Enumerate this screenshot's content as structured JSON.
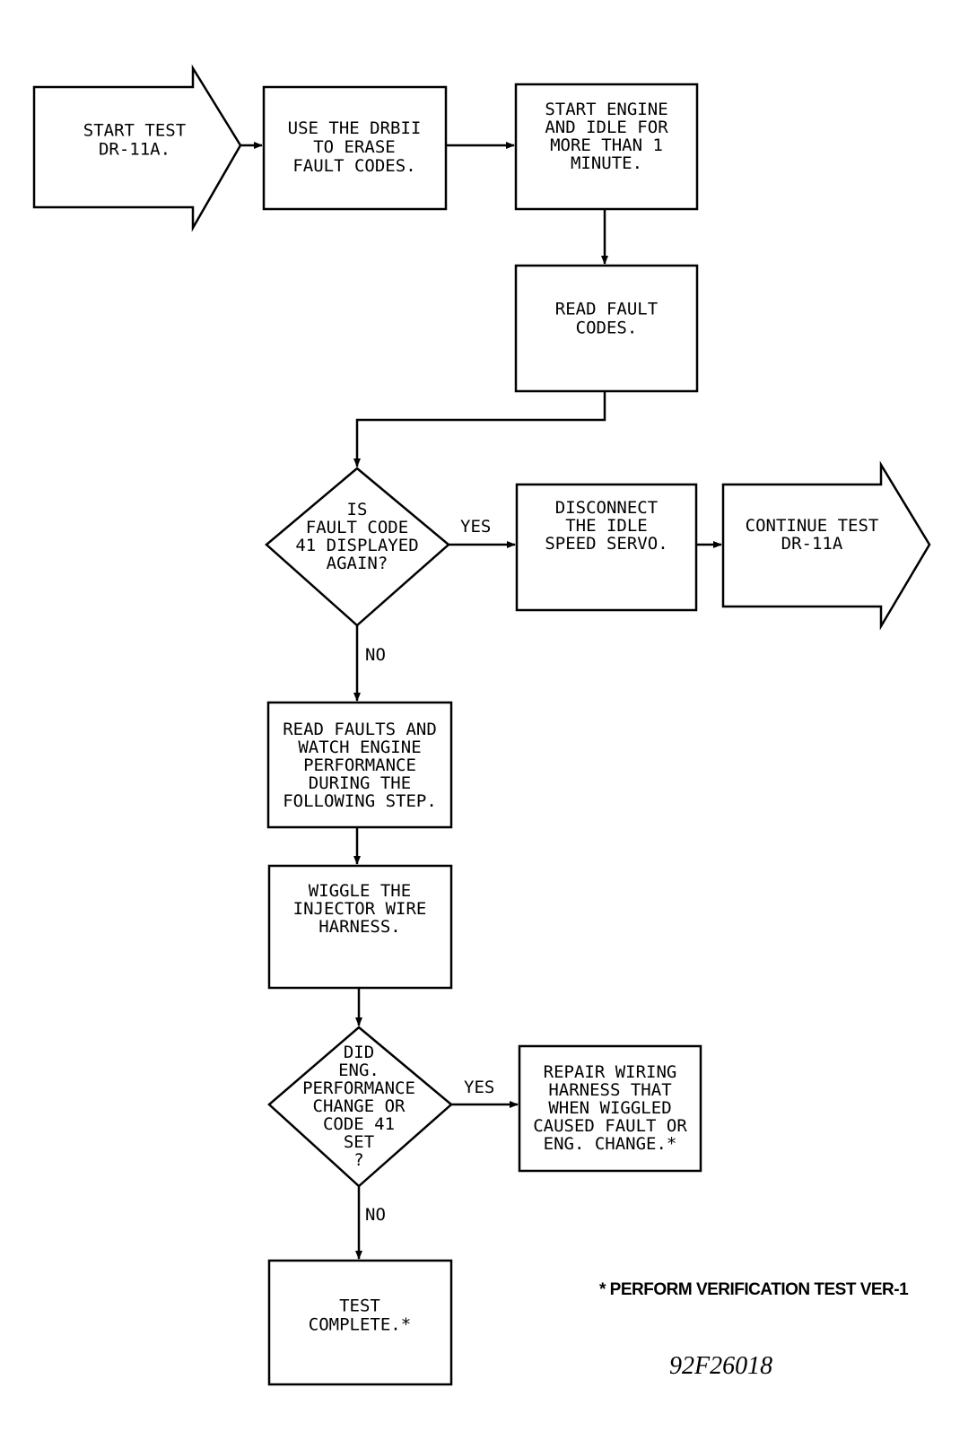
{
  "nodes": {
    "start_test": [
      "START TEST",
      "DR-11A."
    ],
    "erase_codes": [
      "USE THE DRBII",
      "TO ERASE",
      "FAULT CODES."
    ],
    "start_engine": [
      "START ENGINE",
      "AND IDLE FOR",
      "MORE THAN 1",
      "MINUTE."
    ],
    "read_codes": [
      "READ FAULT",
      "CODES."
    ],
    "decision_41": [
      "IS",
      "FAULT CODE",
      "41 DISPLAYED",
      "AGAIN?"
    ],
    "disconnect_servo": [
      "DISCONNECT",
      "THE IDLE",
      "SPEED SERVO."
    ],
    "continue_test": [
      "CONTINUE TEST",
      "DR-11A"
    ],
    "read_faults_watch": [
      "READ FAULTS AND",
      "WATCH ENGINE",
      "PERFORMANCE",
      "DURING THE",
      "FOLLOWING STEP."
    ],
    "wiggle_harness": [
      "WIGGLE THE",
      "INJECTOR WIRE",
      "HARNESS."
    ],
    "decision_change": [
      "DID",
      "ENG.",
      "PERFORMANCE",
      "CHANGE OR",
      "CODE 41",
      "SET",
      "?"
    ],
    "repair_harness": [
      "REPAIR WIRING",
      "HARNESS THAT",
      "WHEN WIGGLED",
      "CAUSED FAULT OR",
      "ENG. CHANGE.*"
    ],
    "test_complete": [
      "TEST",
      "COMPLETE.*"
    ]
  },
  "edge_labels": {
    "decision_41_yes": "YES",
    "decision_41_no": "NO",
    "decision_change_yes": "YES",
    "decision_change_no": "NO"
  },
  "footnote": "* PERFORM VERIFICATION TEST VER-1",
  "figure_id": "92F26018"
}
